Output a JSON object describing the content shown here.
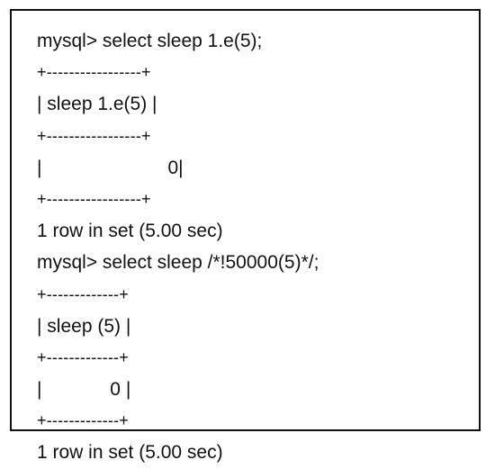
{
  "terminal": {
    "lines": [
      "mysql> select sleep 1.e(5);",
      "+-----------------+",
      "| sleep 1.e(5) |",
      "+-----------------+",
      "|                        0|",
      "+-----------------+",
      "1 row in set (5.00 sec)",
      "mysql> select sleep /*!50000(5)*/;",
      "+-------------+",
      "| sleep (5) |",
      "+-------------+",
      "|             0 |",
      "+-------------+",
      "1 row in set (5.00 sec)"
    ]
  }
}
